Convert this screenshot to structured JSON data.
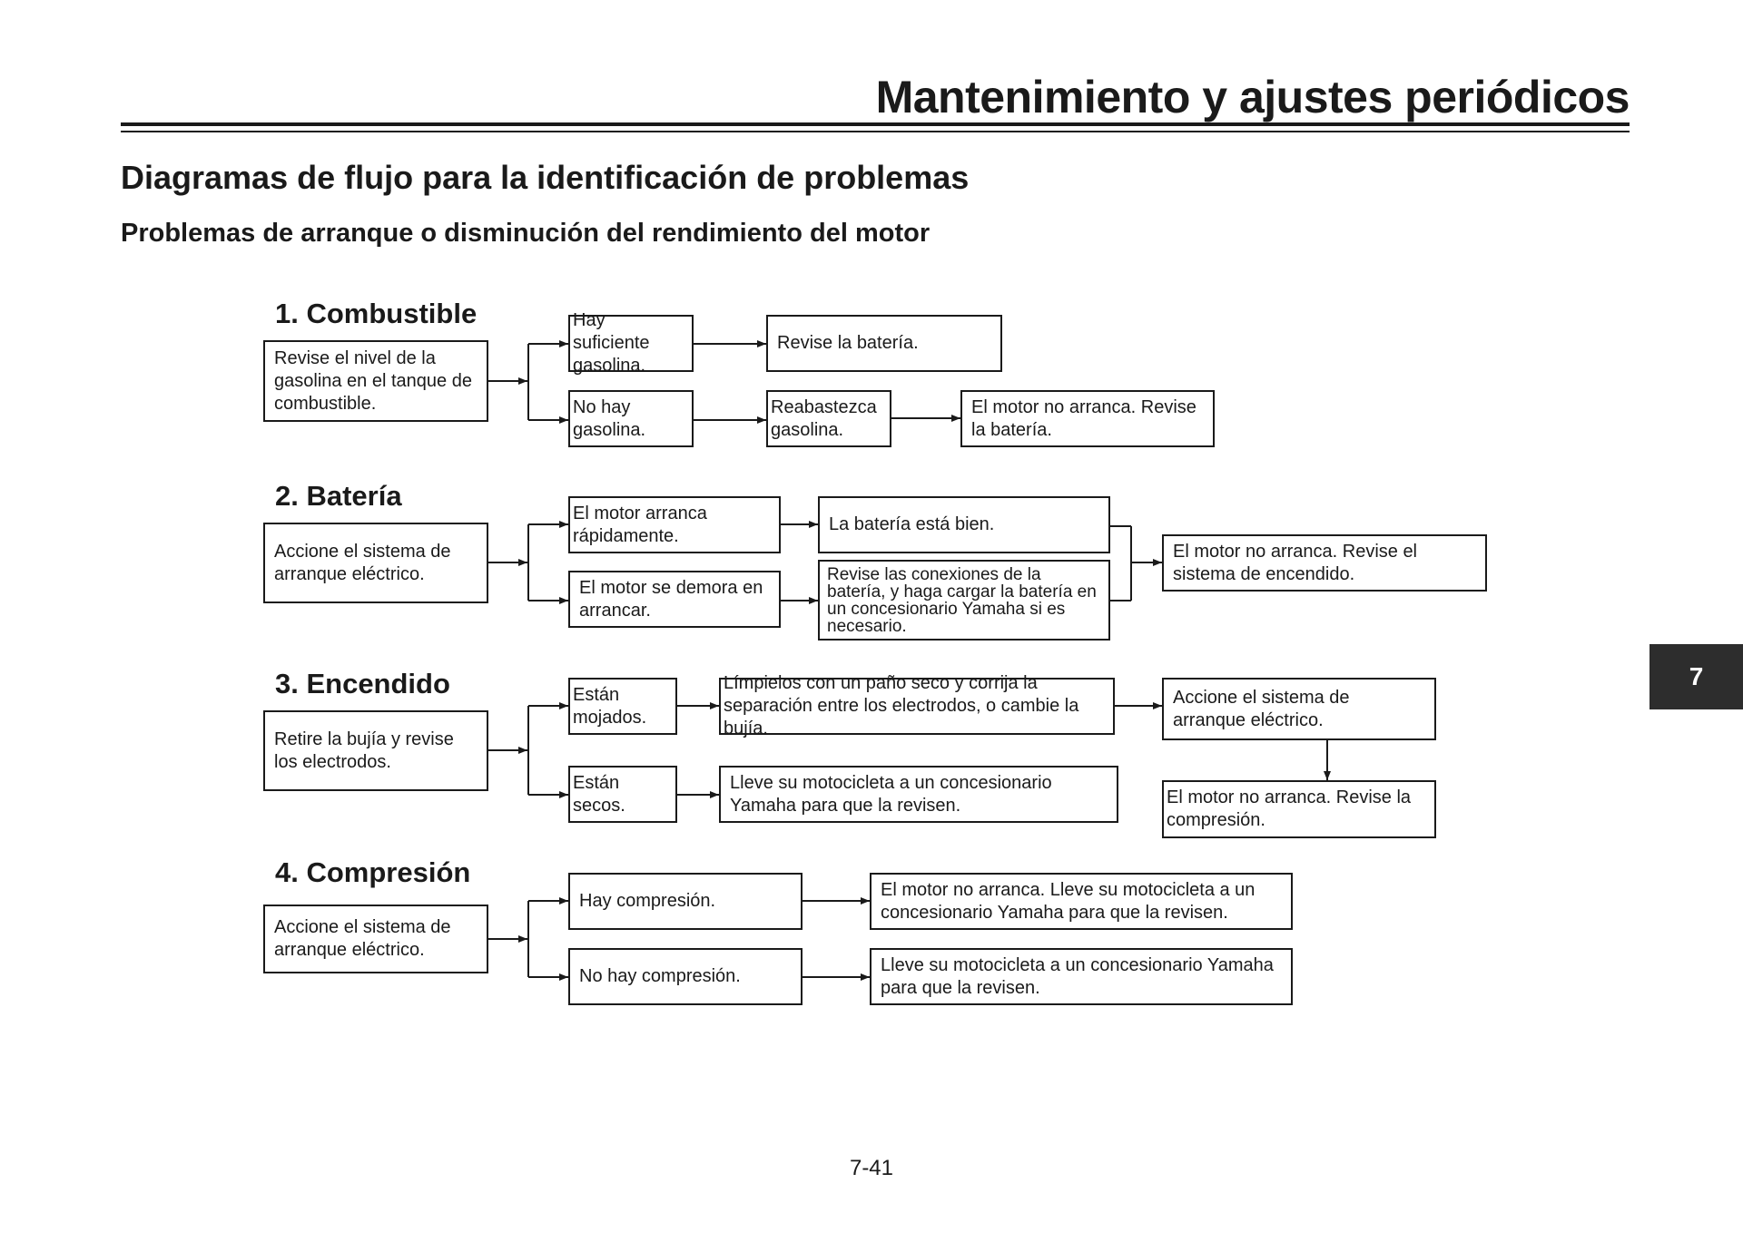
{
  "header": {
    "title": "Mantenimiento y ajustes periódicos"
  },
  "section_title": "Diagramas de flujo para la identificación de problemas",
  "subsection_title": "Problemas de arranque o disminución del rendimiento del motor",
  "groups": [
    {
      "heading": "1. Combustible",
      "start": "Revise el nivel de la gasolina en el tanque de combustible.",
      "branches": [
        {
          "condition": "Hay suficiente gasolina.",
          "steps": [
            "Revise la batería."
          ]
        },
        {
          "condition": "No hay gasolina.",
          "steps": [
            "Reabastezca gasolina.",
            "El motor no arranca. Revise la batería."
          ]
        }
      ]
    },
    {
      "heading": "2. Batería",
      "start": "Accione el sistema de arranque eléctrico.",
      "branches": [
        {
          "condition": "El motor arranca rápidamente.",
          "steps": [
            "La batería está bien."
          ]
        },
        {
          "condition": "El motor se demora en arrancar.",
          "steps": [
            "Revise las conexiones de la batería, y haga cargar la batería en un concesionario Yamaha si es necesario."
          ]
        }
      ],
      "merge": "El motor no arranca. Revise el sistema de encendido."
    },
    {
      "heading": "3. Encendido",
      "start": "Retire la bujía y revise los electrodos.",
      "branches": [
        {
          "condition": "Están mojados.",
          "steps": [
            "Límpielos con un paño seco y corrija la separación entre los electrodos, o cambie la bujía.",
            "Accione el sistema de arranque eléctrico.",
            "El motor no arranca. Revise la compresión."
          ]
        },
        {
          "condition": "Están secos.",
          "steps": [
            "Lleve su motocicleta a un concesionario Yamaha para que la revisen."
          ]
        }
      ]
    },
    {
      "heading": "4. Compresión",
      "start": "Accione el sistema de arranque eléctrico.",
      "branches": [
        {
          "condition": "Hay compresión.",
          "steps": [
            "El motor no arranca. Lleve su motocicleta a un concesionario Yamaha para que la revisen."
          ]
        },
        {
          "condition": "No hay compresión.",
          "steps": [
            "Lleve su motocicleta a un concesionario Yamaha para que la revisen."
          ]
        }
      ]
    }
  ],
  "chapter_tab": "7",
  "page_number": "7-41"
}
